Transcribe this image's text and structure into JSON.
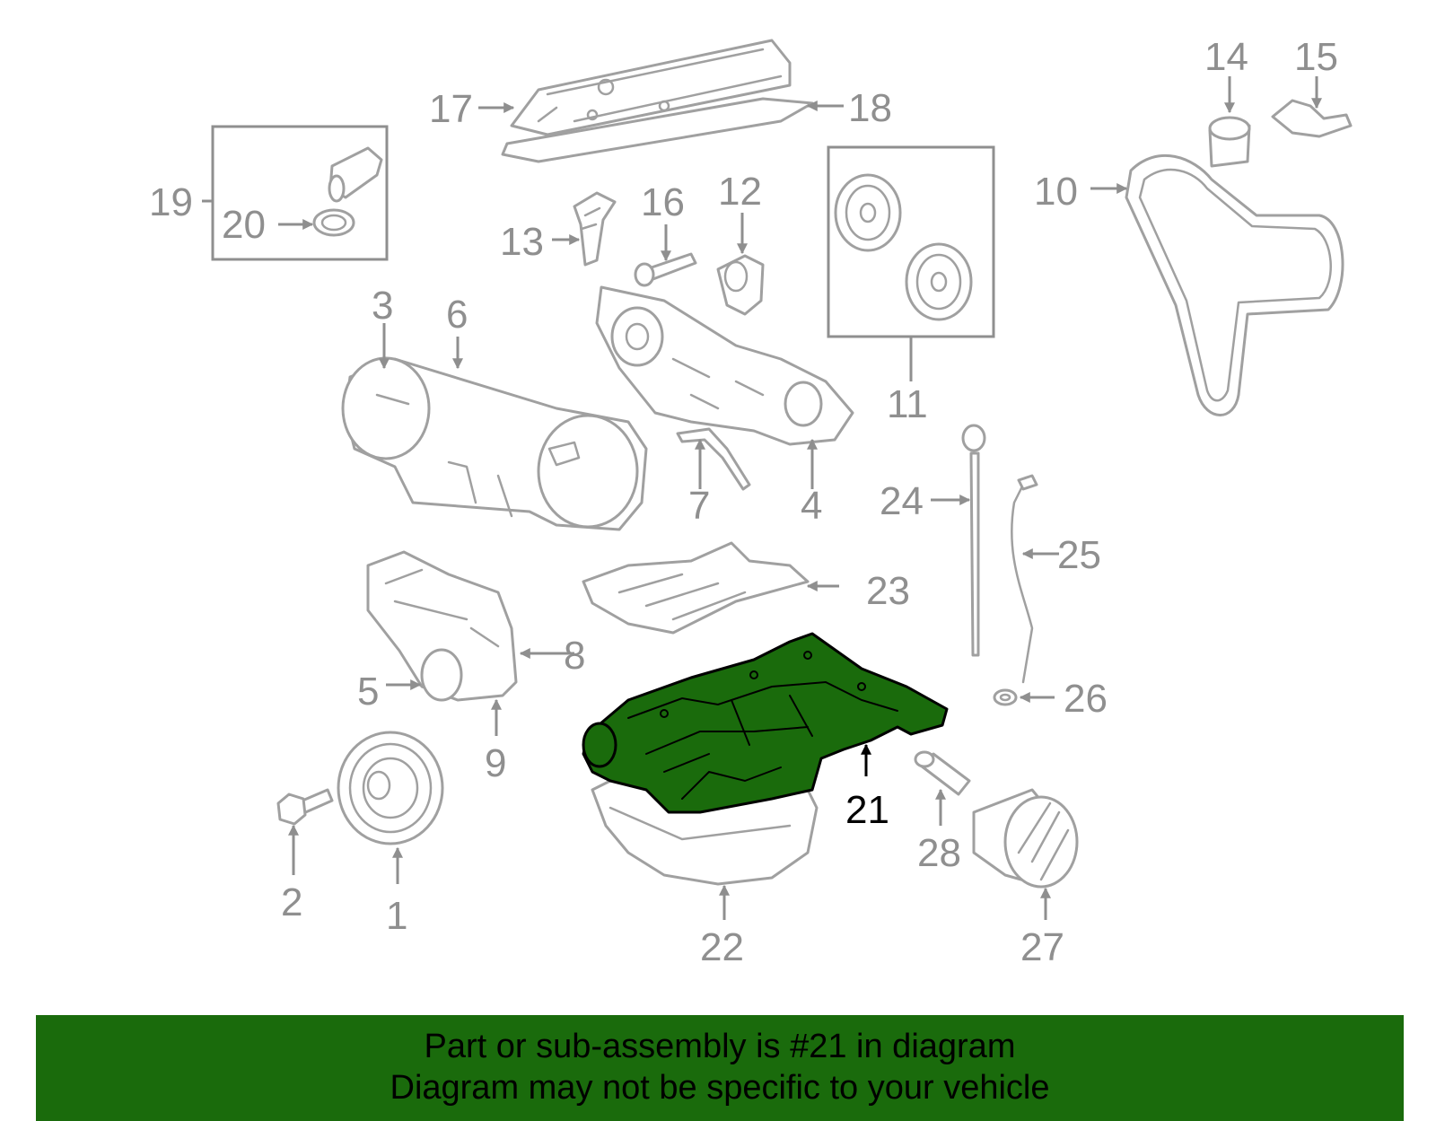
{
  "colors": {
    "highlight": "#1a6b0c",
    "banner_bg": "#1a6b0c",
    "part_line": "#a0a0a0",
    "label_gray": "#8f8f8f",
    "label_active": "#000000"
  },
  "highlighted_part": "21",
  "callouts": {
    "c1": "1",
    "c2": "2",
    "c3": "3",
    "c4": "4",
    "c5": "5",
    "c6": "6",
    "c7": "7",
    "c8": "8",
    "c9": "9",
    "c10": "10",
    "c11": "11",
    "c12": "12",
    "c13": "13",
    "c14": "14",
    "c15": "15",
    "c16": "16",
    "c17": "17",
    "c18": "18",
    "c19": "19",
    "c20": "20",
    "c21": "21",
    "c22": "22",
    "c23": "23",
    "c24": "24",
    "c25": "25",
    "c26": "26",
    "c27": "27",
    "c28": "28"
  },
  "banner": {
    "line1": "Part or sub-assembly is #21 in diagram",
    "line2": "Diagram may not be specific to your vehicle"
  }
}
